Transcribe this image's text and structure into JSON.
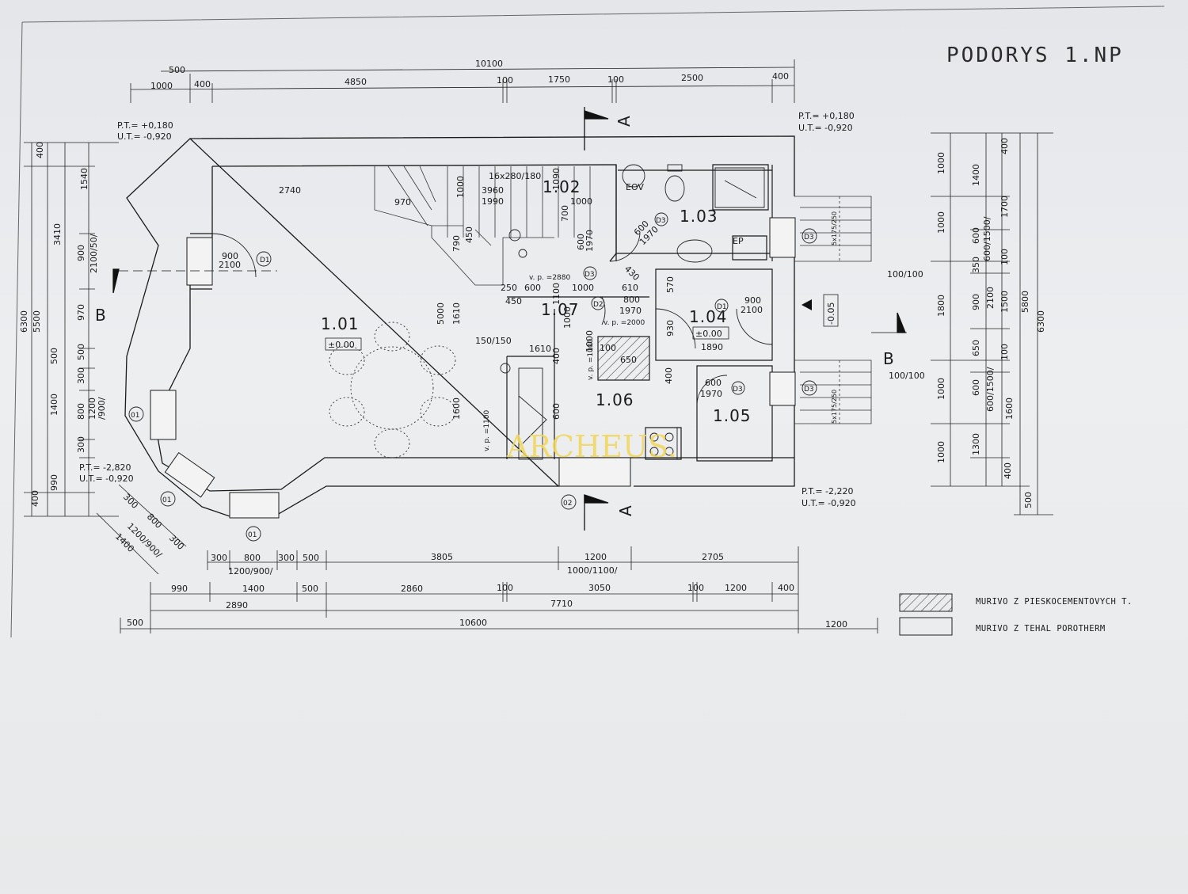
{
  "title": "PODORYS 1.NP",
  "watermark": "ARCHEUS.",
  "rooms": [
    {
      "id": "1.01",
      "level": "±0.00"
    },
    {
      "id": "1.02"
    },
    {
      "id": "1.03"
    },
    {
      "id": "1.04",
      "level": "±0.00"
    },
    {
      "id": "1.05"
    },
    {
      "id": "1.06"
    },
    {
      "id": "1.07"
    }
  ],
  "levels": {
    "top_left": {
      "pt": "P.T.= +0,180",
      "ut": "U.T.= -0,920"
    },
    "top_right": {
      "pt": "P.T.= +0,180",
      "ut": "U.T.= -0,920"
    },
    "bottom_left": {
      "pt": "P.T.= -2,820",
      "ut": "U.T.= -0,920"
    },
    "bottom_right": {
      "pt": "P.T.= -2,220",
      "ut": "U.T.= -0,920"
    }
  },
  "top_dims": {
    "overall": "10100",
    "row1": [
      "500",
      "1000",
      "400",
      "4850",
      "100",
      "1750",
      "100",
      "2500",
      "400"
    ]
  },
  "bottom_dims": {
    "row1": [
      "300",
      "800",
      "300",
      "500",
      "3805",
      "1200",
      "2705"
    ],
    "row1_sub": [
      "1200/900/",
      "1000/1100/"
    ],
    "row2": [
      "990",
      "1400",
      "500",
      "2860",
      "100",
      "3050",
      "100",
      "1200",
      "400"
    ],
    "row3": [
      "2890",
      "7710"
    ],
    "row4": [
      "500",
      "10600",
      "1200"
    ]
  },
  "left_dims": {
    "outer": [
      "6300",
      "5500"
    ],
    "mid": [
      "3410",
      "1400",
      "400"
    ],
    "inner": [
      "400",
      "1540",
      "900",
      "970",
      "500",
      "300",
      "800",
      "300",
      "990",
      "400"
    ],
    "notes": [
      "2100/50/",
      "500",
      "1200",
      "/900/"
    ]
  },
  "right_dims": {
    "col1": [
      "1000",
      "1000",
      "1800",
      "1000",
      "1000"
    ],
    "col2": [
      "1400",
      "600",
      "350",
      "900",
      "650",
      "600",
      "1300",
      "400"
    ],
    "col3": [
      "400",
      "1700",
      "600/1500/",
      "100",
      "2100",
      "1500",
      "100",
      "600/1500/",
      "1600"
    ],
    "col4": [
      "5800",
      "6300",
      "500"
    ]
  },
  "interior_labels": {
    "l2740": "2740",
    "l970": "970",
    "l1000a": "1000",
    "l3960": "3960",
    "l1990": "1990",
    "l16": "16x280/180",
    "l1090": "1090",
    "l1000b": "1000",
    "l450": "450",
    "l790": "790",
    "l900": "900",
    "l2100": "2100",
    "l600a": "600",
    "l1970a": "1970",
    "l600b": "600",
    "l1970b": "1970",
    "l430": "430",
    "l5000": "5000",
    "l1610": "1610",
    "l1600": "1600",
    "l250": "250",
    "l600c": "600",
    "l1000c": "1000",
    "l450b": "450",
    "l1100": "1100",
    "l610": "610",
    "l800": "800",
    "l1970c": "1970",
    "l1000d": "1000",
    "l570": "570",
    "l930": "930",
    "l1890": "1890",
    "l900b": "900",
    "l2100b": "2100",
    "l150": "150/150",
    "l1610b": "1610",
    "l400": "400",
    "l1000e": "1000",
    "l100": "100",
    "l650": "650",
    "l400b": "400",
    "l600d": "600",
    "l1970d": "1970",
    "l600e": "600",
    "vp2880": "v. p. =2880",
    "vp2000": "v. p. =2000",
    "vp1000": "v. p. =1000",
    "vp1100": "v. p. =1100",
    "l100100a": "100/100",
    "l100100b": "100/100",
    "neg005": "-0.05",
    "stair1": "5x175/250",
    "stair2": "5x175/250",
    "eov": "EOV",
    "ep": "EP",
    "l700": "700",
    "l600f": "600"
  },
  "tags": {
    "d1a": "D1",
    "d1b": "D1",
    "d2": "D2",
    "d3a": "D3",
    "d3b": "D3",
    "d3c": "D3",
    "d3d": "D3",
    "d3e": "D3",
    "w01a": "01",
    "w01b": "01",
    "w01c": "01",
    "w02": "02"
  },
  "sections": {
    "a_top": "A",
    "a_bottom": "A",
    "b_left": "B",
    "b_right": "B"
  },
  "legend": [
    {
      "label": "MURIVO Z PIESKOCEMENTOVYCH T.",
      "fill": "hatch"
    },
    {
      "label": "MURIVO Z TEHAL POROTHERM",
      "fill": "plain"
    }
  ]
}
